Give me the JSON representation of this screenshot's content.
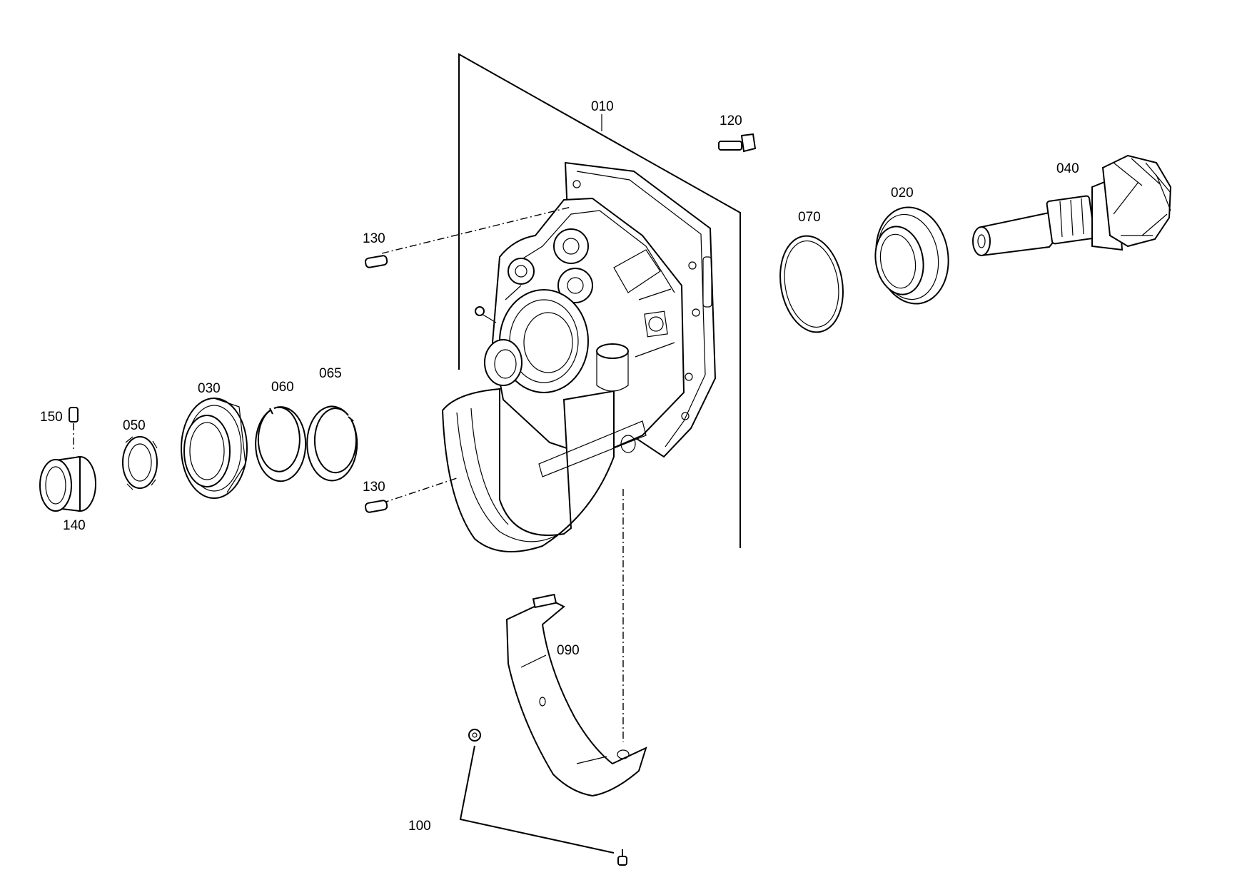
{
  "labels": {
    "p010": "010",
    "p020": "020",
    "p030": "030",
    "p040": "040",
    "p050": "050",
    "p060": "060",
    "p065": "065",
    "p070": "070",
    "p090": "090",
    "p100": "100",
    "p120": "120",
    "p130_top": "130",
    "p130_bottom": "130",
    "p140": "140",
    "p150": "150"
  }
}
